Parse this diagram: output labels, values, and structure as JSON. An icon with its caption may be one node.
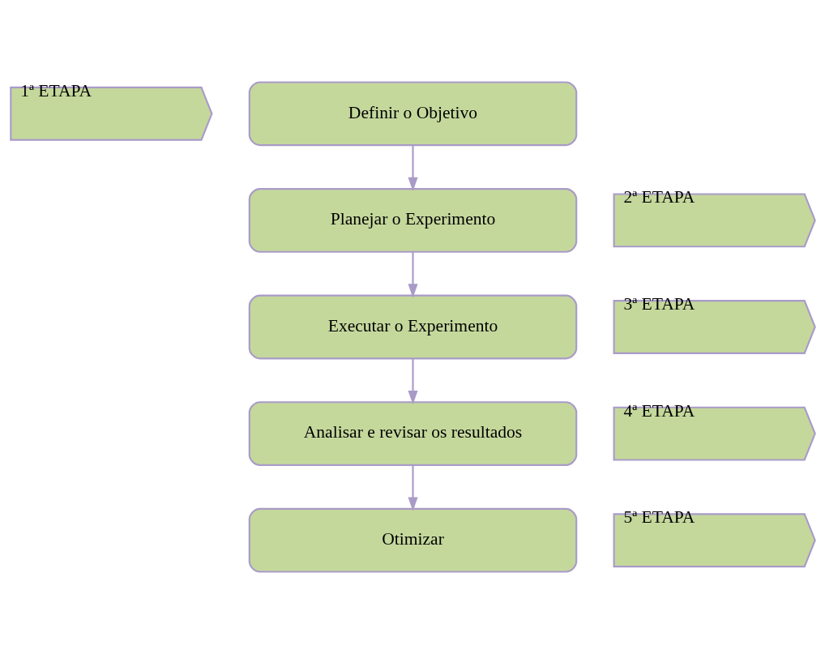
{
  "diagram": {
    "nodes": [
      {
        "text": [
          "1ª ETAPA"
        ]
      },
      {
        "text": [
          "Definir o Objetivo"
        ]
      },
      {
        "text": [
          "2ª ETAPA"
        ]
      },
      {
        "text": [
          "Planejar o Experimento"
        ]
      },
      {
        "text": [
          "3ª ETAPA"
        ]
      },
      {
        "text": [
          "Executar o Experimento"
        ]
      },
      {
        "text": [
          "4ª ETAPA"
        ]
      },
      {
        "text": [
          "Analisar e revisar os resultados"
        ]
      },
      {
        "text": [
          "5ª ETAPA"
        ]
      },
      {
        "text": [
          "Otimizar"
        ]
      }
    ],
    "edges": [
      {
        "from": 1,
        "to": 3,
        "arrow": "to"
      },
      {
        "from": 3,
        "to": 5,
        "arrow": "to"
      },
      {
        "from": 5,
        "to": 7,
        "arrow": "to"
      },
      {
        "from": 7,
        "to": 9,
        "arrow": "to"
      }
    ]
  }
}
